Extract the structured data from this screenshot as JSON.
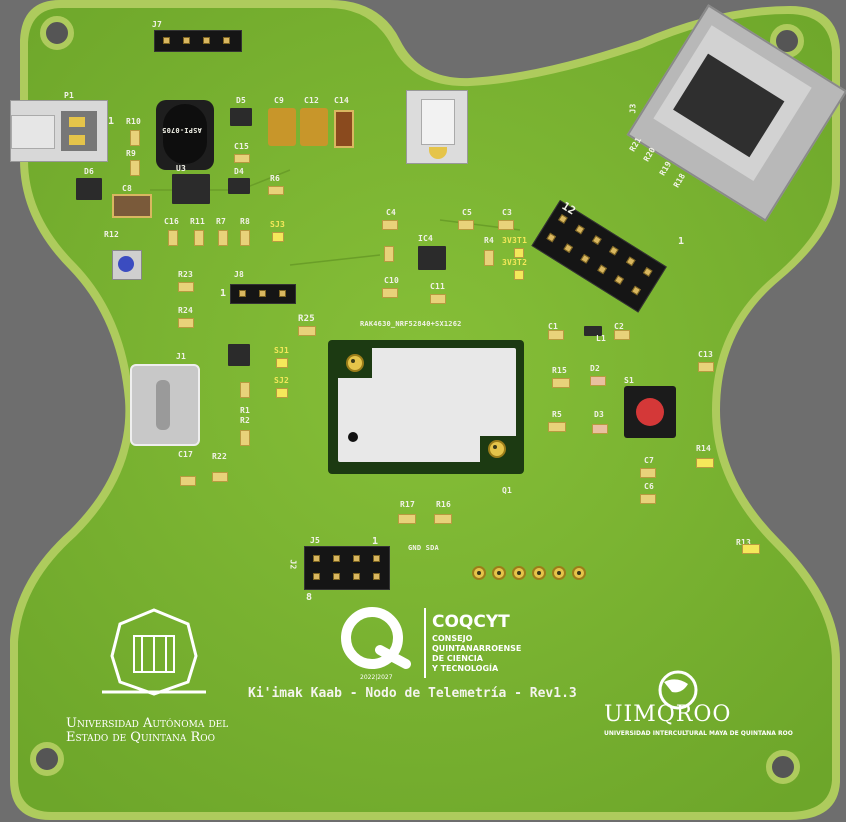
{
  "board": {
    "title": "Ki'imak Kaab - Nodo de Telemetría - Rev1.3",
    "module_label": "RAK4630_NRF52840+SX1262",
    "pin_labels": "GND SDA",
    "inductor_marking": "ASPI-0705"
  },
  "designators": {
    "J7": "J7",
    "P1": "P1",
    "one_p1": "1",
    "R10": "R10",
    "R9": "R9",
    "D6": "D6",
    "C8": "C8",
    "U3": "U3",
    "D5": "D5",
    "C9": "C9",
    "C12": "C12",
    "C14": "C14",
    "C15": "C15",
    "D4": "D4",
    "R6": "R6",
    "J3": "J3",
    "R21": "R21",
    "R20": "R20",
    "R19": "R19",
    "R18": "R18",
    "num12": "12",
    "num1_j4": "1",
    "R12": "R12",
    "C16": "C16",
    "R11": "R11",
    "R7": "R7",
    "R8": "R8",
    "SJ3": "SJ3",
    "C4": "C4",
    "C5": "C5",
    "C3": "C3",
    "IC4": "IC4",
    "R4": "R4",
    "V3T1": "3V3T1",
    "V3T2": "3V3T2",
    "C10": "C10",
    "C11": "C11",
    "R23": "R23",
    "J8": "J8",
    "one_j8": "1",
    "R24": "R24",
    "R25": "R25",
    "C1": "C1",
    "C2": "C2",
    "L1": "L1",
    "C13": "C13",
    "J1": "J1",
    "SJ1": "SJ1",
    "SJ2": "SJ2",
    "R15": "R15",
    "D2": "D2",
    "S1": "S1",
    "R5": "R5",
    "D3": "D3",
    "R1": "R1",
    "R2": "R2",
    "C17": "C17",
    "R22": "R22",
    "R14": "R14",
    "C7": "C7",
    "C6": "C6",
    "Q1": "Q1",
    "R17": "R17",
    "R16": "R16",
    "J5": "J5",
    "one_j5": "1",
    "eight_j5": "8",
    "J2": "J2",
    "R13": "R13"
  },
  "logos": {
    "uqroo_line1": "Universidad Autónoma del",
    "uqroo_line2": "Estado de Quintana Roo",
    "coqcyt_name": "COQCYT",
    "coqcyt_line1": "CONSEJO",
    "coqcyt_line2": "QUINTANARROENSE",
    "coqcyt_line3": "DE CIENCIA",
    "coqcyt_line4": "Y TECNOLOGÍA",
    "coqcyt_years": "2022|2027",
    "uimqroo_name": "UIMQROO",
    "uimqroo_sub": "UNIVERSIDAD INTERCULTURAL MAYA DE QUINTANA ROO"
  },
  "colors": {
    "background": "#6e6e6e",
    "pcb": "#7bb530",
    "pcb_edge": "#aecb5d",
    "silkscreen": "#f2f2e8",
    "pad_gold": "#e5c44a"
  }
}
